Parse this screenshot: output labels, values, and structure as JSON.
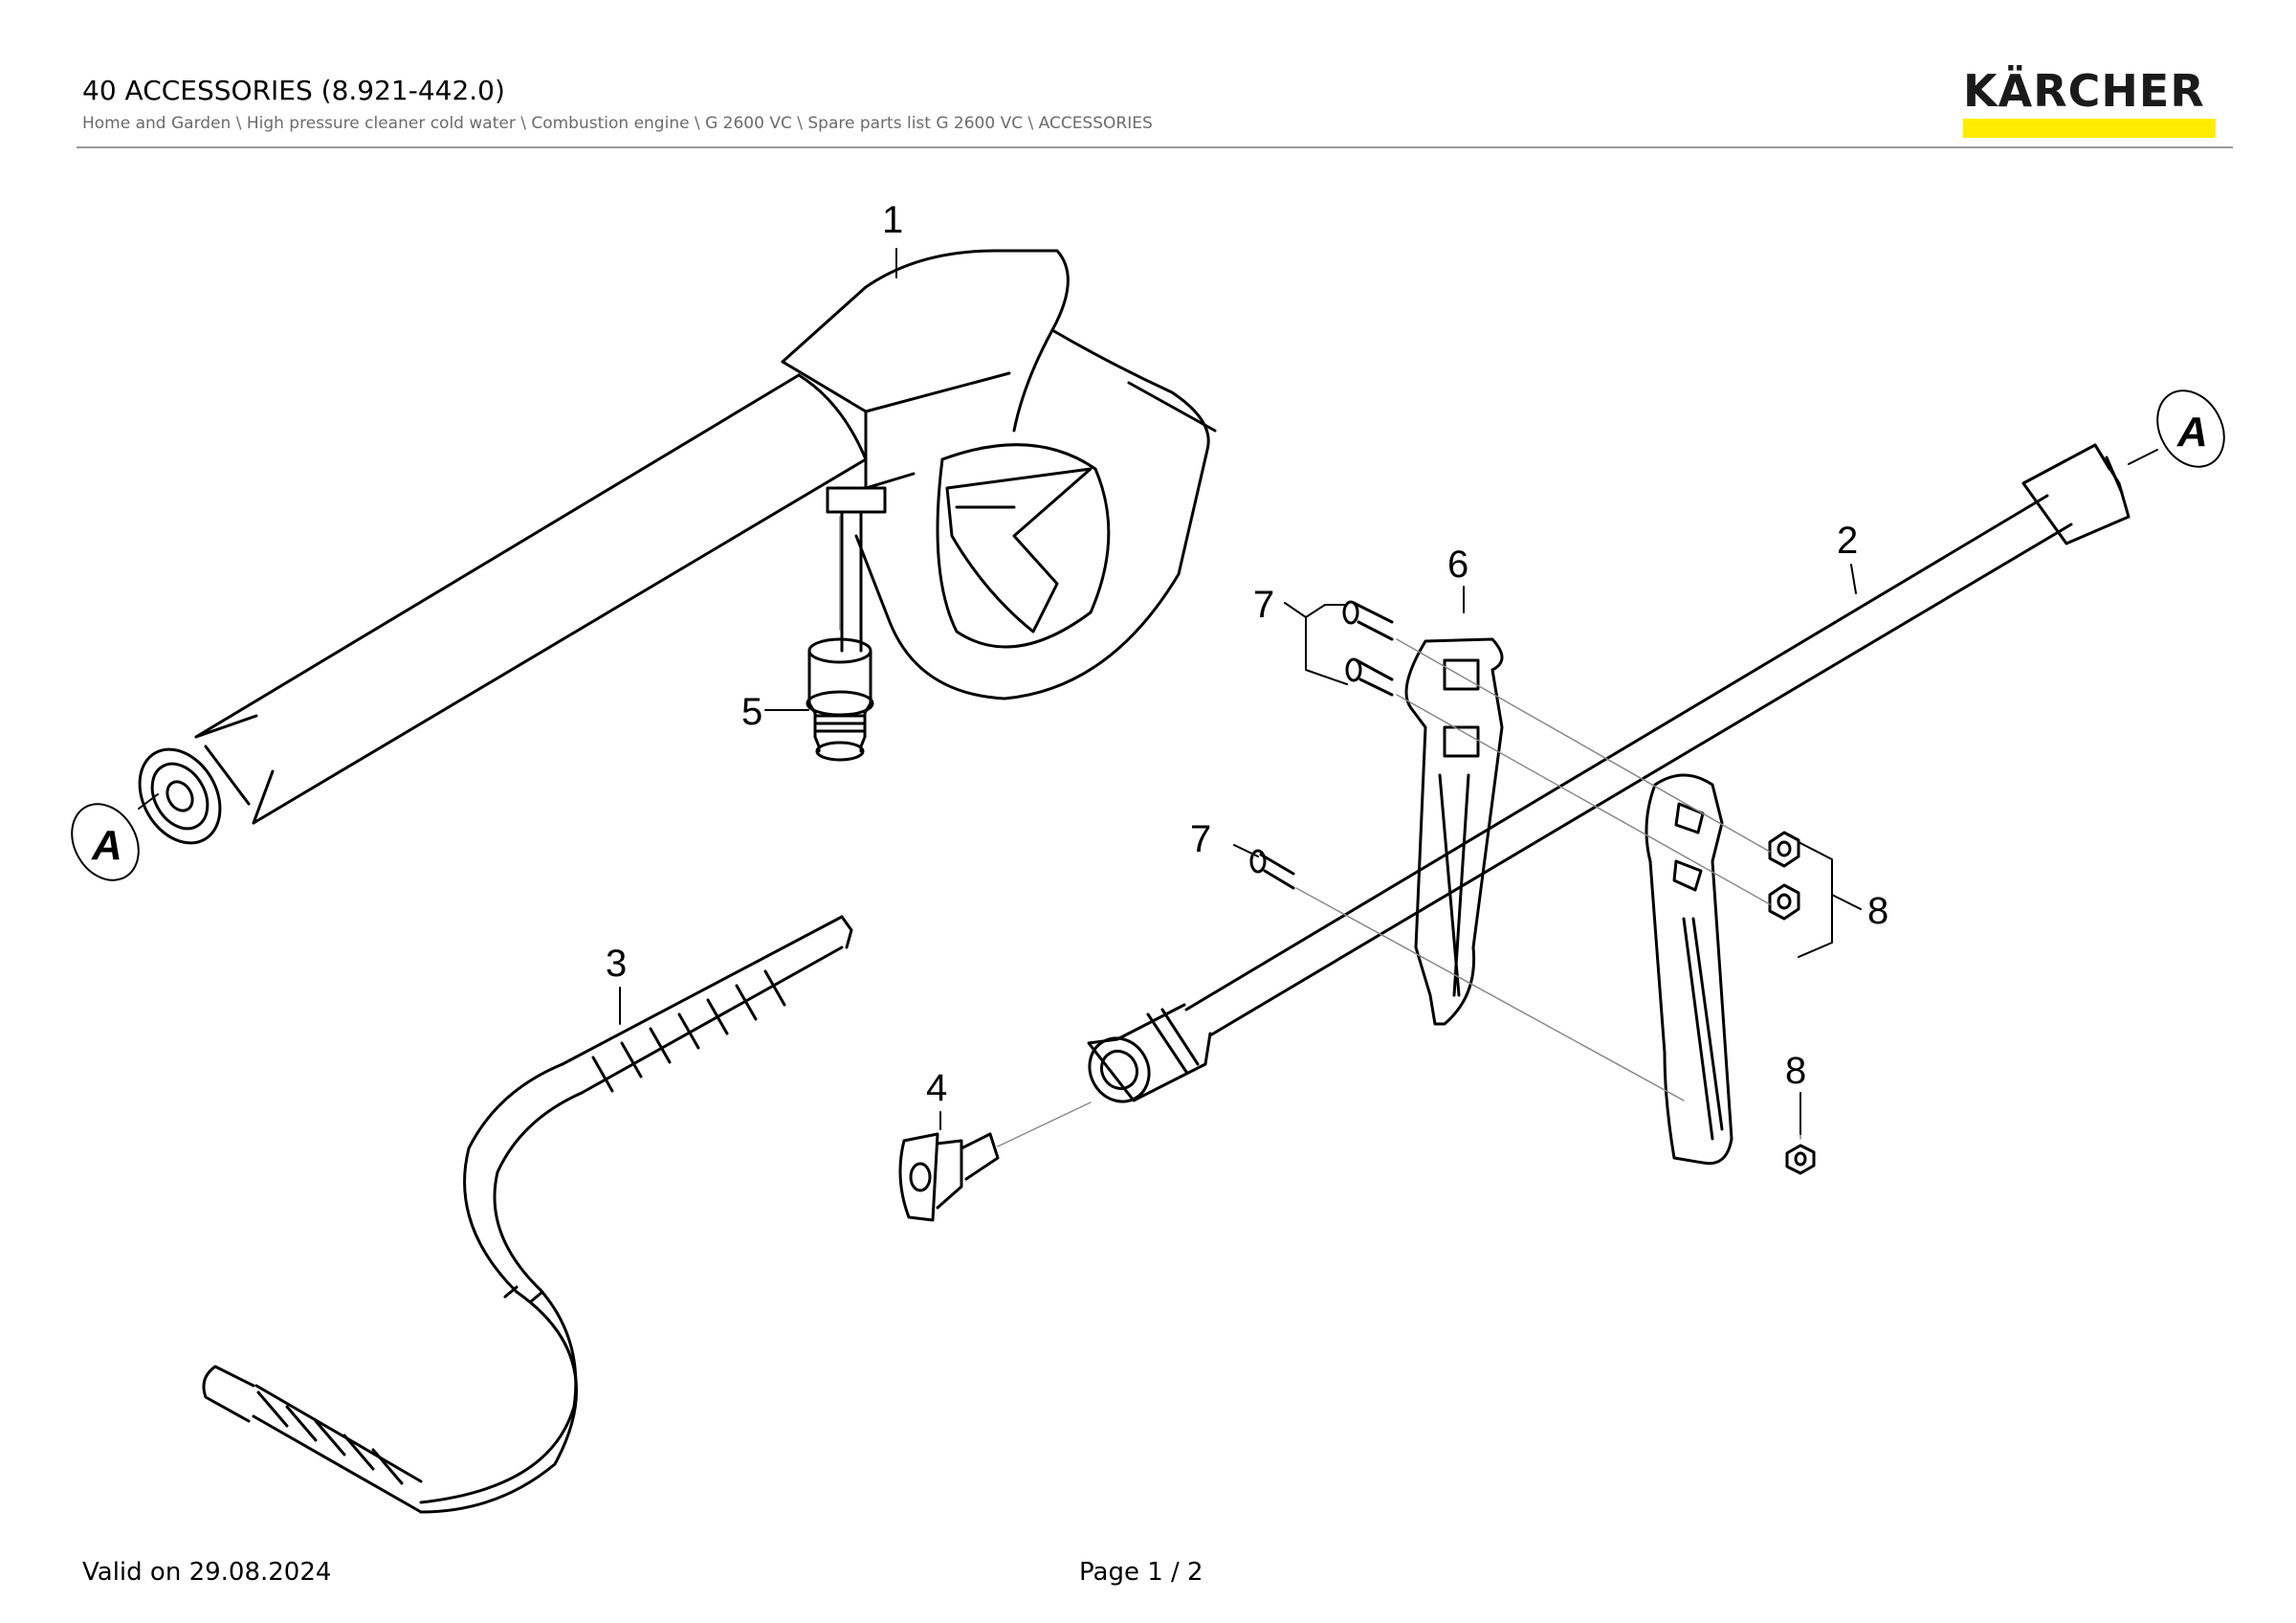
{
  "header": {
    "title": "40 ACCESSORIES (8.921-442.0)",
    "breadcrumb": "Home and Garden \\ High pressure cleaner cold water \\ Combustion engine \\ G 2600 VC \\ Spare parts list G 2600 VC \\ ACCESSORIES",
    "brand": "KÄRCHER",
    "brand_accent_color": "#ffed00"
  },
  "drawing": {
    "part_labels": {
      "p1": "1",
      "p2": "2",
      "p3": "3",
      "p4": "4",
      "p5": "5",
      "p6": "6",
      "p7a": "7",
      "p7b": "7",
      "p8a": "8",
      "p8b": "8"
    },
    "reference_marks": {
      "left": "A",
      "right": "A"
    }
  },
  "footer": {
    "valid": "Valid on 29.08.2024",
    "page": "Page 1 / 2"
  }
}
